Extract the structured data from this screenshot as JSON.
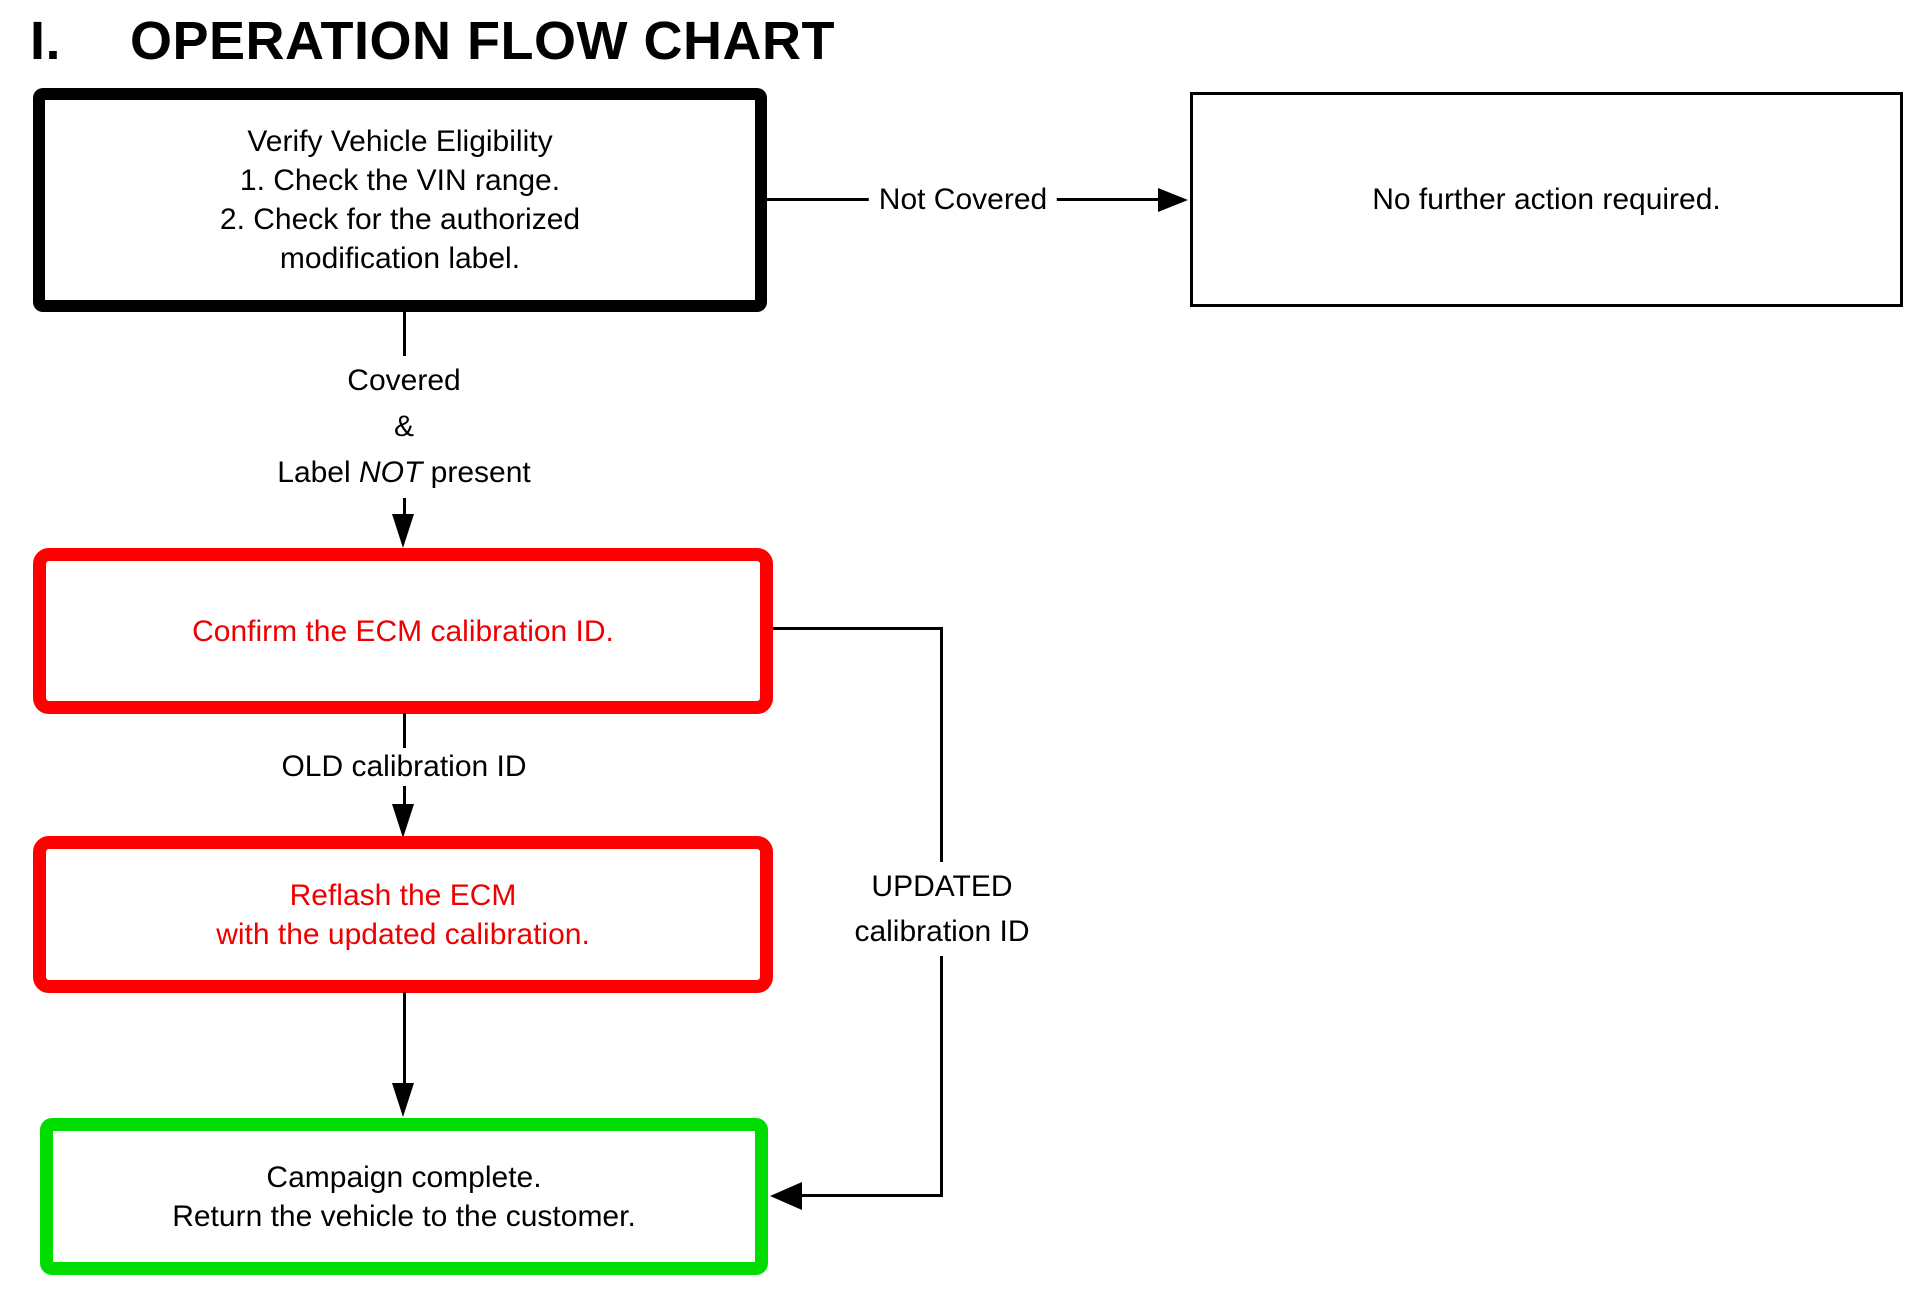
{
  "header": {
    "numeral": "I.",
    "title": "OPERATION FLOW CHART"
  },
  "flowchart": {
    "nodes": {
      "verify": {
        "lines": [
          "Verify Vehicle Eligibility",
          "1. Check the VIN range.",
          "2. Check for the authorized",
          "modification label."
        ]
      },
      "no_action": {
        "text": "No further action required."
      },
      "confirm": {
        "text": "Confirm the ECM calibration ID."
      },
      "reflash": {
        "lines": [
          "Reflash the ECM",
          "with the updated calibration."
        ]
      },
      "complete": {
        "lines": [
          "Campaign complete.",
          "Return the vehicle to the customer."
        ]
      }
    },
    "edges": {
      "not_covered": {
        "label": "Not Covered"
      },
      "covered": {
        "line1": "Covered",
        "line2": "&",
        "line3_pre": "Label ",
        "line3_em": "NOT",
        "line3_post": " present"
      },
      "old_id": {
        "label": "OLD calibration ID"
      },
      "updated_id": {
        "line1": "UPDATED",
        "line2": "calibration ID"
      }
    },
    "colors": {
      "outline_black": "#000000",
      "outline_red": "#FF0000",
      "red_text": "#EE0000",
      "outline_green": "#00DC00",
      "background": "#FFFFFF"
    }
  }
}
